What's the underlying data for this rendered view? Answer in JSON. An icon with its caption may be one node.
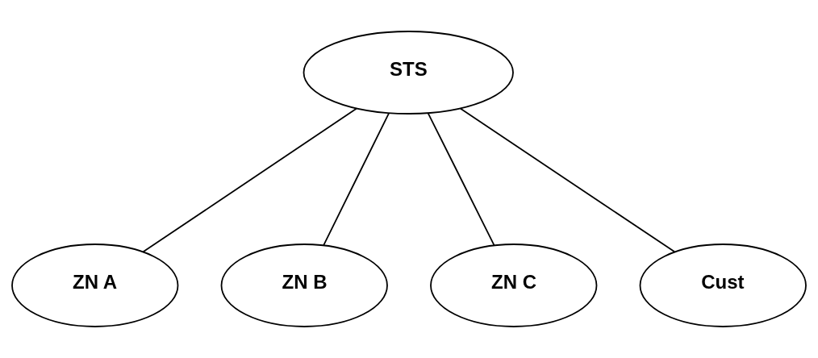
{
  "diagram": {
    "nodes": [
      {
        "text": [
          "STS"
        ]
      },
      {
        "text": [
          "ZN A"
        ]
      },
      {
        "text": [
          "ZN B"
        ]
      },
      {
        "text": [
          "ZN C"
        ]
      },
      {
        "text": [
          "Cust"
        ]
      }
    ],
    "edges": [
      {
        "from": 0,
        "to": 1,
        "arrow": "none"
      },
      {
        "from": 0,
        "to": 2,
        "arrow": "none"
      },
      {
        "from": 0,
        "to": 3,
        "arrow": "none"
      },
      {
        "from": 0,
        "to": 4,
        "arrow": "none"
      }
    ]
  }
}
